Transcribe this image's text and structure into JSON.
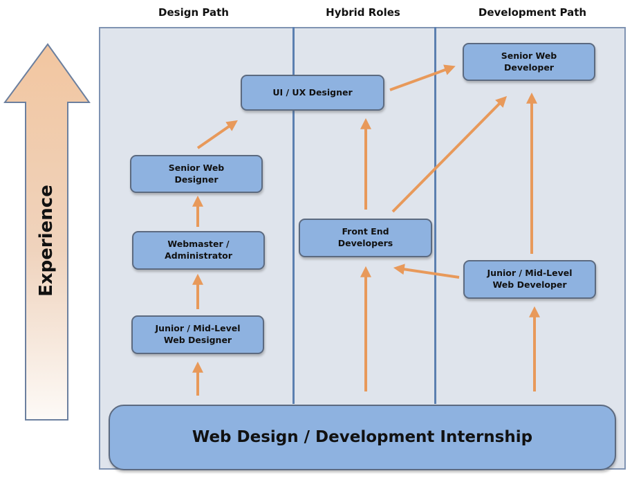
{
  "columns": {
    "design": "Design Path",
    "hybrid": "Hybrid Roles",
    "development": "Development Path"
  },
  "axis": {
    "label": "Experience"
  },
  "nodes": {
    "ui_ux": "UI / UX Designer",
    "senior_dev_1": "Senior Web",
    "senior_dev_2": "Developer",
    "senior_designer_1": "Senior Web",
    "senior_designer_2": "Designer",
    "webmaster_1": "Webmaster /",
    "webmaster_2": "Administrator",
    "junior_designer_1": "Junior / Mid-Level",
    "junior_designer_2": "Web Designer",
    "front_end_1": "Front End",
    "front_end_2": "Developers",
    "junior_dev_1": "Junior / Mid-Level",
    "junior_dev_2": "Web Developer",
    "internship": "Web Design / Development Internship"
  },
  "colors": {
    "arrow": "#e8995a",
    "node_fill": "#8eb2e0",
    "panel": "#dfe4ec",
    "divider": "#5b7fb0",
    "experience_top": "#f2c6a0"
  }
}
